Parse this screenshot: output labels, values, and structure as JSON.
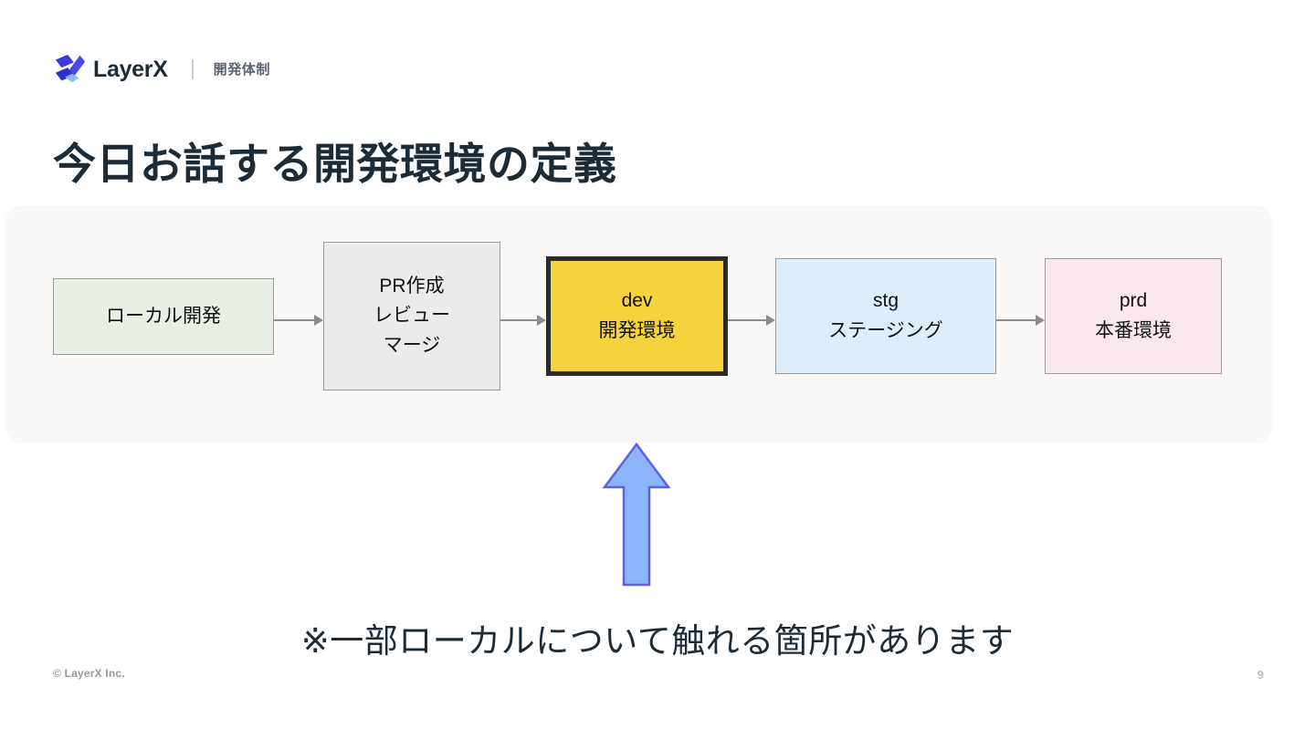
{
  "header": {
    "logo_icon": "layerx-logo-icon",
    "wordmark": "LayerX",
    "subtitle": "開発体制"
  },
  "title": "今日お話する開発環境の定義",
  "diagram": {
    "panel_background": "#faf8f6",
    "boxes": [
      {
        "id": "local",
        "lines": [
          "ローカル開発"
        ],
        "fill": "#e8f0e6",
        "border": "#9e9e9e",
        "highlighted": false
      },
      {
        "id": "pr",
        "lines": [
          "PR作成",
          "レビュー",
          "マージ"
        ],
        "fill": "#ebebeb",
        "border": "#9e9e9e",
        "highlighted": false
      },
      {
        "id": "dev",
        "lines": [
          "dev",
          "開発環境"
        ],
        "fill": "#f5d33d",
        "border": "#2b2b2b",
        "highlighted": true
      },
      {
        "id": "stg",
        "lines": [
          "stg",
          "ステージング"
        ],
        "fill": "#ddeefa",
        "border": "#9e9e9e",
        "highlighted": false
      },
      {
        "id": "prd",
        "lines": [
          "prd",
          "本番環境"
        ],
        "fill": "#fae9ec",
        "border": "#9e9e9e",
        "highlighted": false
      }
    ],
    "connector_color": "#8c8c8c",
    "connector_count": 4
  },
  "highlight_arrow": {
    "icon": "arrow-up-icon",
    "fill": "#8cb4fb",
    "stroke": "#5f5fe0",
    "points_at": "dev"
  },
  "caption": "※一部ローカルについて触れる箇所があります",
  "footer": {
    "copyright": "© LayerX Inc.",
    "page_number": "9"
  }
}
